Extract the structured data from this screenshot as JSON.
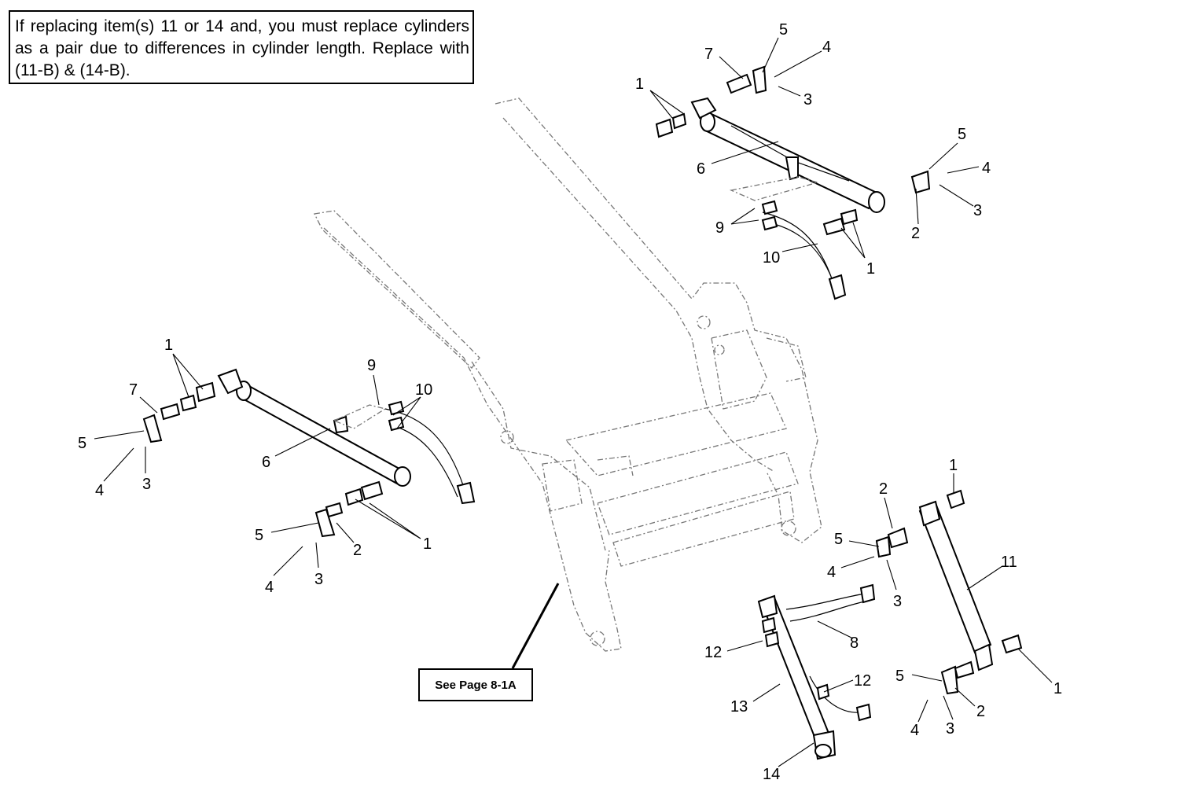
{
  "note": {
    "text": "If replacing item(s) 11 or 14 and, you must replace cylinders as a pair due to differences in cylinder length. Replace with (11-B) & (14-B)."
  },
  "reference": {
    "label": "See Page 8-1A"
  },
  "callouts": {
    "tr": [
      "5",
      "7",
      "4",
      "1",
      "3",
      "6",
      "5",
      "4",
      "3",
      "9",
      "2",
      "10",
      "1"
    ],
    "left": [
      "1",
      "7",
      "9",
      "10",
      "5",
      "6",
      "4",
      "3",
      "5",
      "2",
      "1",
      "4",
      "3"
    ],
    "br": [
      "1",
      "2",
      "5",
      "11",
      "4",
      "3",
      "8",
      "12",
      "12",
      "5",
      "1",
      "13",
      "2",
      "4",
      "3",
      "14"
    ]
  }
}
